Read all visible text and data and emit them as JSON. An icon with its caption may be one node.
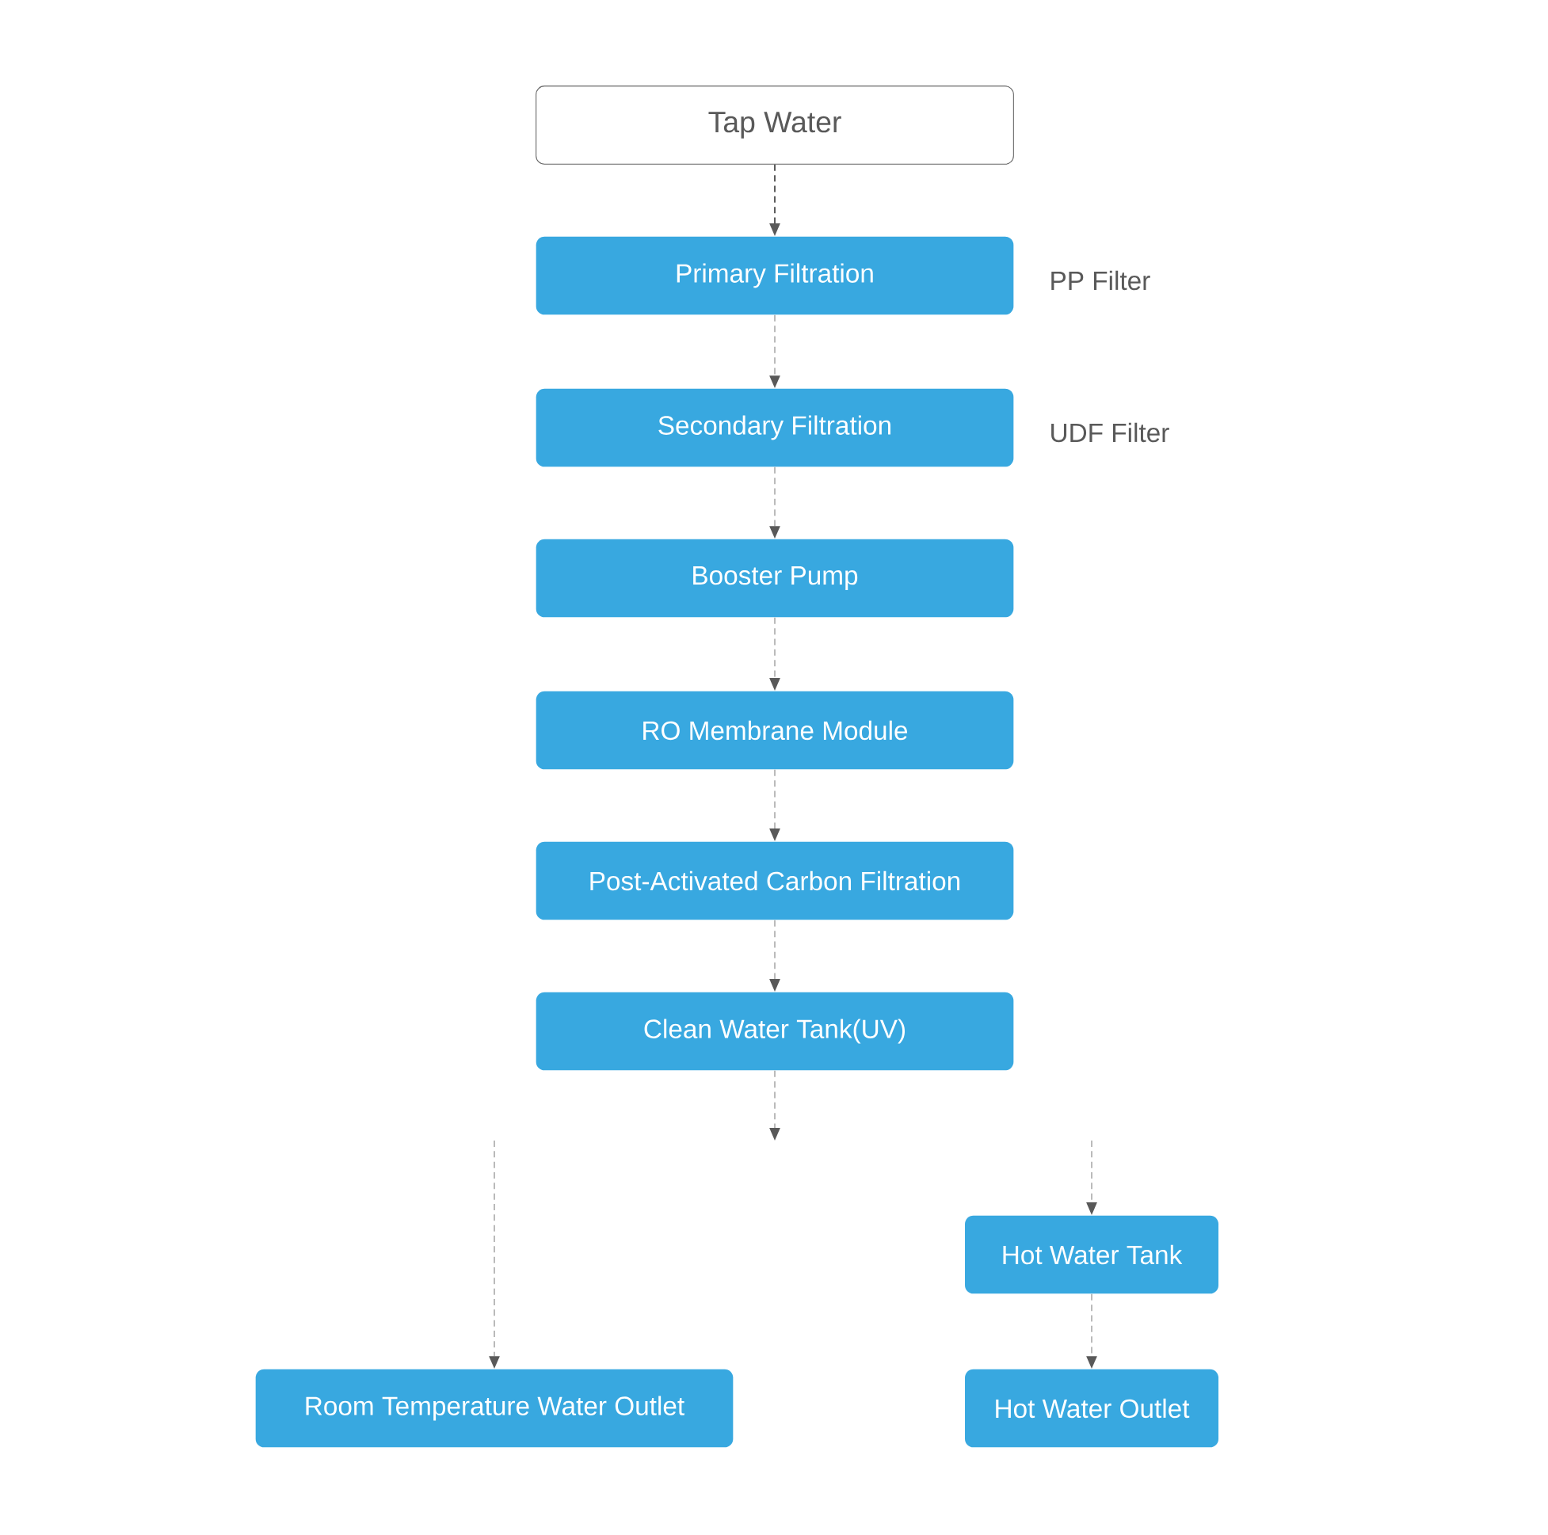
{
  "diagram": {
    "nodes": [
      {
        "text": [
          "Tap Water"
        ]
      },
      {
        "text": [
          "Primary Filtration"
        ],
        "beside": [
          "PP Filter"
        ]
      },
      {
        "text": [
          "Secondary Filtration"
        ],
        "beside": [
          "UDF Filter"
        ]
      },
      {
        "text": [
          "Booster Pump"
        ]
      },
      {
        "text": [
          "RO Membrane Module"
        ]
      },
      {
        "text": [
          "Post-Activated Carbon Filtration"
        ]
      },
      {
        "text": [
          "Clean Water Tank(UV)"
        ]
      },
      {
        "text": [
          "Hot Water Tank"
        ]
      },
      {
        "text": [
          "Room Temperature Water Outlet"
        ]
      },
      {
        "text": [
          "Hot Water Outlet"
        ]
      }
    ],
    "edges": [
      {
        "from": 0,
        "to": 1,
        "arrow": "to",
        "color": "#333333"
      },
      {
        "from": 1,
        "to": 2,
        "arrow": "to"
      },
      {
        "from": 2,
        "to": 3,
        "arrow": "to"
      },
      {
        "from": 3,
        "to": 4,
        "arrow": "to"
      },
      {
        "from": 4,
        "to": 5,
        "arrow": "to"
      },
      {
        "from": 5,
        "to": 6,
        "arrow": "to"
      },
      {
        "from": 6,
        "to": null,
        "arrow": "to"
      },
      {
        "from": null,
        "to": 8,
        "arrow": "to"
      },
      {
        "from": null,
        "to": 7,
        "arrow": "to"
      },
      {
        "from": 7,
        "to": 9,
        "arrow": "to"
      }
    ]
  }
}
